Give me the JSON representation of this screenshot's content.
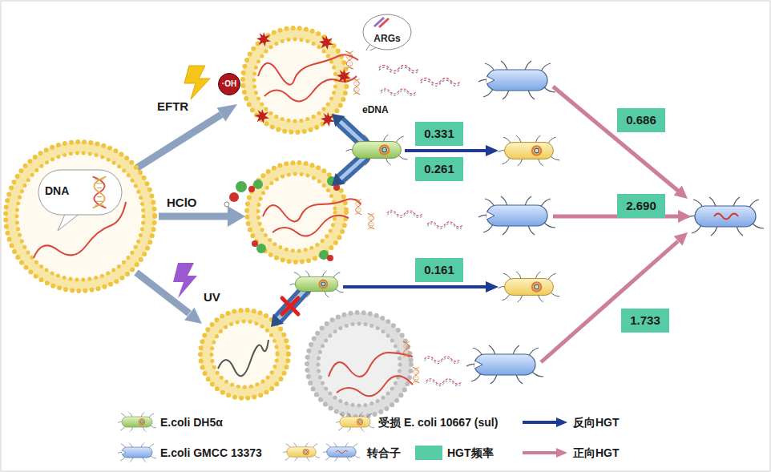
{
  "diagram": {
    "nodes": [
      {
        "text": [
          "ARGs"
        ]
      },
      {
        "text": [
          "·OH"
        ]
      },
      {
        "text": [
          "0.686"
        ]
      },
      {
        "text": [
          "0.331"
        ]
      },
      {
        "text": [
          "0.261"
        ]
      },
      {
        "text": [
          "DNA"
        ]
      },
      {
        "text": [
          "2.690"
        ]
      },
      {
        "text": [
          "0.161"
        ]
      },
      {
        "text": [
          "1.733"
        ]
      }
    ],
    "labels": [
      "EFTR",
      "eDNA",
      "HClO",
      "UV"
    ],
    "legend": [
      {
        "text": "E.coli DH5α"
      },
      {
        "text": "受损 E. coli 10667 (sul)"
      },
      {
        "text": "反向HGT"
      },
      {
        "text": "E.coli GMCC 13373"
      },
      {
        "text": "转合子"
      },
      {
        "text": "HGT频率",
        "color": "#55cca6"
      },
      {
        "text": "正向HGT"
      }
    ]
  }
}
